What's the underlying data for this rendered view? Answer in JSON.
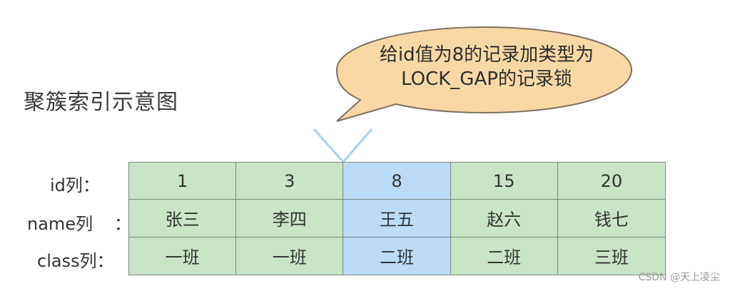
{
  "title": "聚簇索引示意图",
  "callout": {
    "line1": "给id值为8的记录加类型为",
    "line2": "LOCK_GAP的记录锁"
  },
  "row_labels": {
    "id": "id列：",
    "name": "name列",
    "name_colon": "：",
    "class": "class列："
  },
  "table": {
    "highlight_color": "#bcdcf6",
    "cell_color": "#c9e4c6",
    "rows": [
      [
        "1",
        "3",
        "8",
        "15",
        "20"
      ],
      [
        "张三",
        "李四",
        "王五",
        "赵六",
        "钱七"
      ],
      [
        "一班",
        "一班",
        "二班",
        "二班",
        "三班"
      ]
    ]
  },
  "watermark": "CSDN @天上凌尘"
}
